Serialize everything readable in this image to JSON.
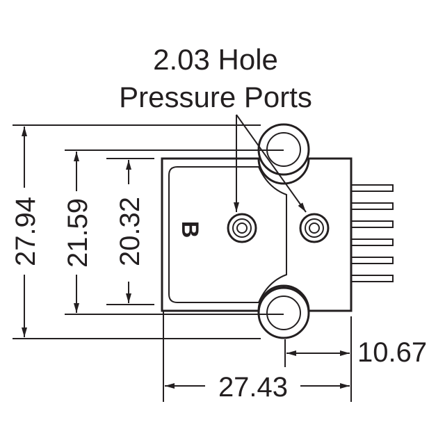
{
  "callout": {
    "line1": "2.03 Hole",
    "line2": "Pressure Ports"
  },
  "body_marking": "B",
  "dimensions": {
    "overall_height": "27.94",
    "hole_spacing": "21.59",
    "body_height": "20.32",
    "body_width": "27.43",
    "port_offset": "10.67"
  },
  "colors": {
    "ink": "#231f20",
    "background": "#ffffff"
  }
}
